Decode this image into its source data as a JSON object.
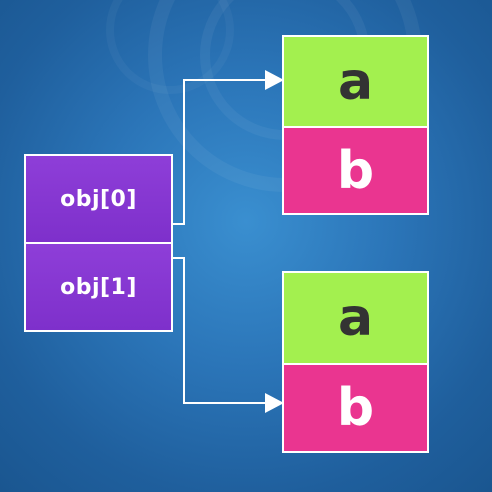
{
  "colors": {
    "background": "#2b75b8",
    "obj_cell": "#8e3ed8",
    "field_a": "#a3f04f",
    "field_b": "#ea3590",
    "border": "#ffffff"
  },
  "array": {
    "items": [
      "obj[0]",
      "obj[1]"
    ]
  },
  "objects": [
    {
      "field_a": "a",
      "field_b": "b"
    },
    {
      "field_a": "a",
      "field_b": "b"
    }
  ]
}
